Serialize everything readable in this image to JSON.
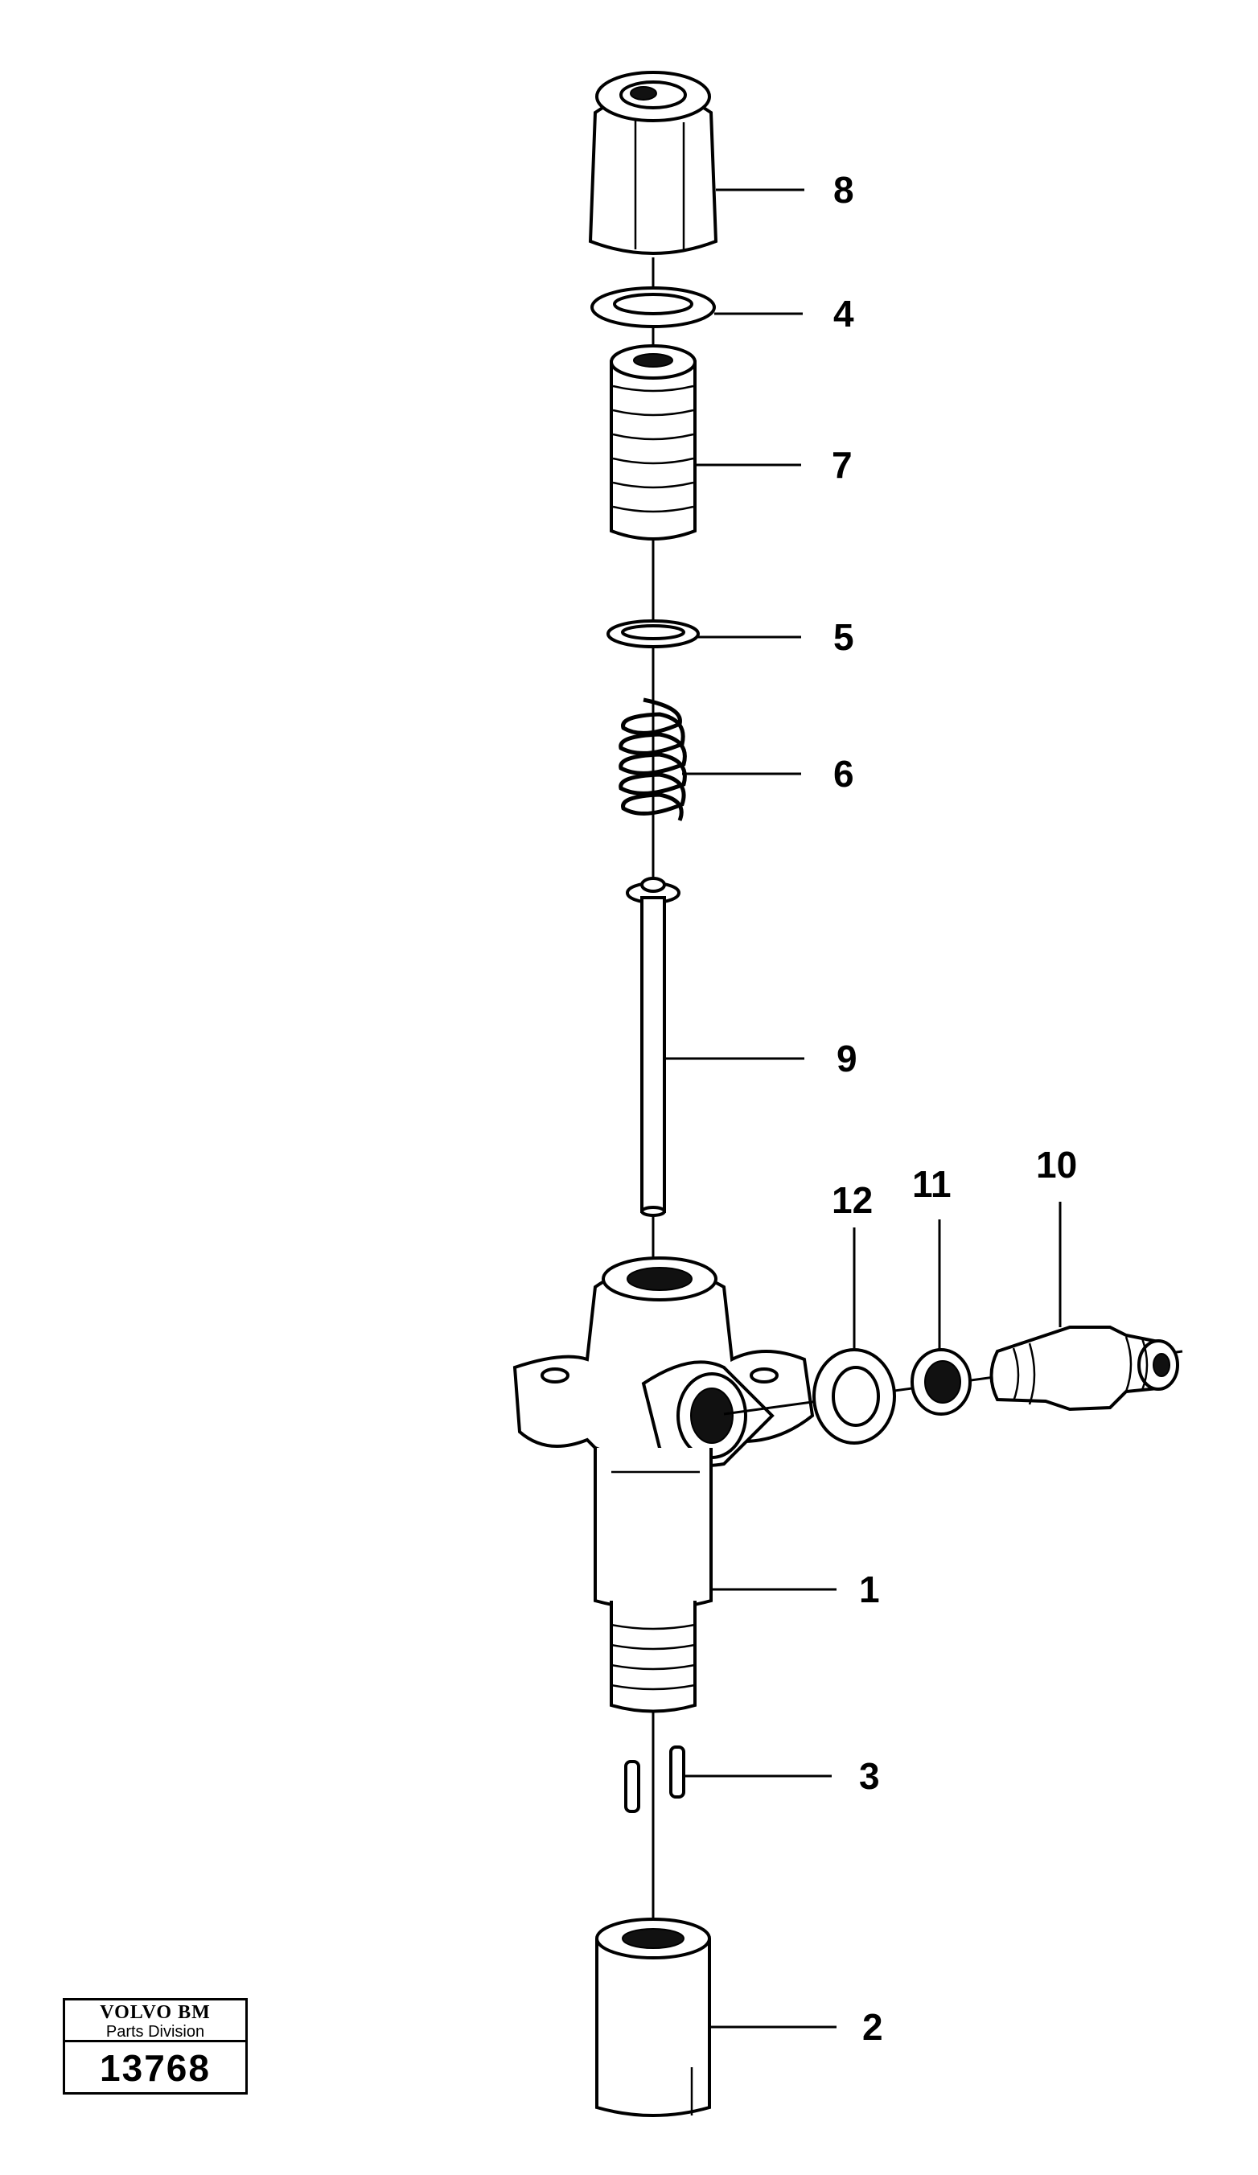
{
  "callouts": [
    {
      "id": "8",
      "label": "8"
    },
    {
      "id": "4",
      "label": "4"
    },
    {
      "id": "7",
      "label": "7"
    },
    {
      "id": "5",
      "label": "5"
    },
    {
      "id": "6",
      "label": "6"
    },
    {
      "id": "9",
      "label": "9"
    },
    {
      "id": "12",
      "label": "12"
    },
    {
      "id": "11",
      "label": "11"
    },
    {
      "id": "10",
      "label": "10"
    },
    {
      "id": "1",
      "label": "1"
    },
    {
      "id": "3",
      "label": "3"
    },
    {
      "id": "2",
      "label": "2"
    }
  ],
  "stamp": {
    "brand": "VOLVO BM",
    "division": "Parts Division",
    "number": "13768"
  }
}
